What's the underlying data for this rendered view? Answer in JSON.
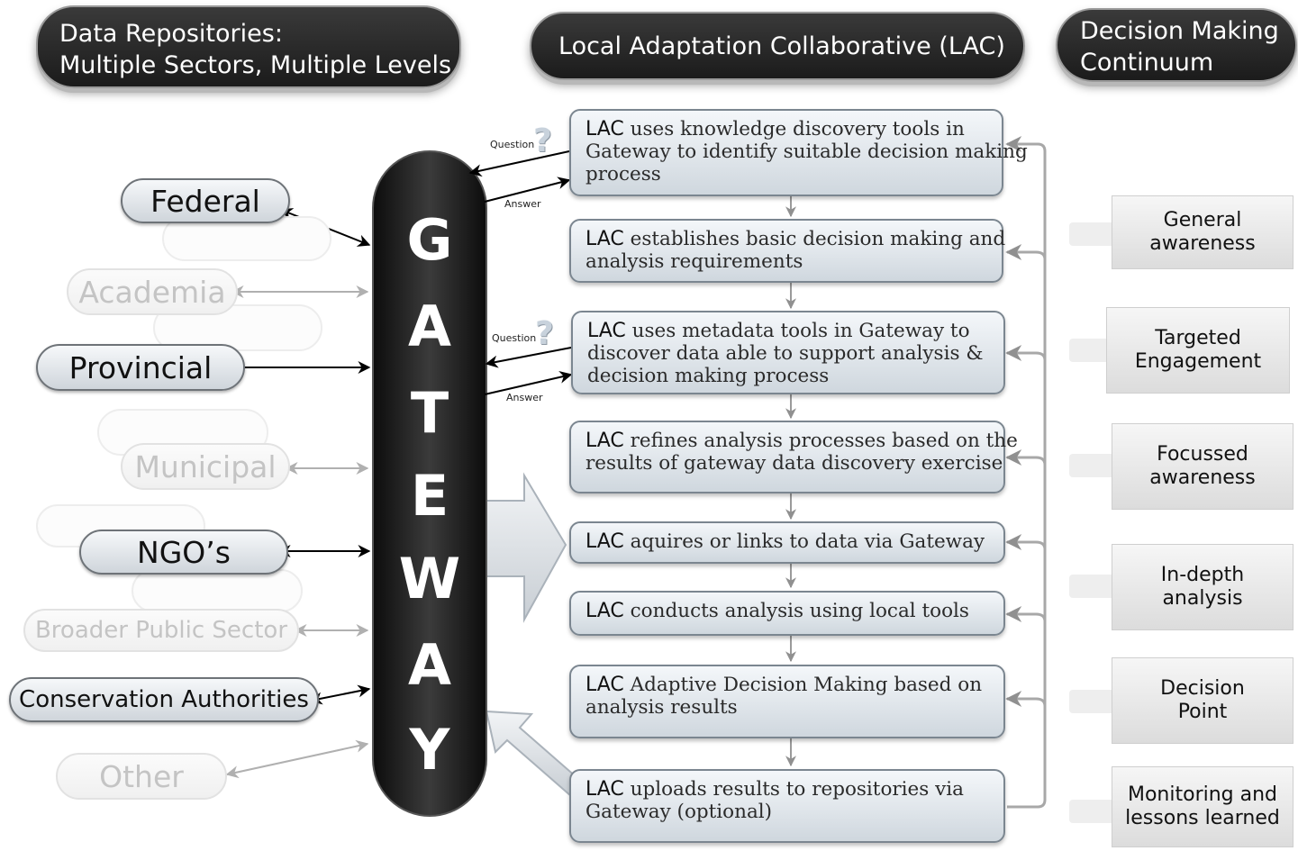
{
  "headers": {
    "data_repositories": [
      "Data Repositories:",
      "Multiple Sectors, Multiple Levels"
    ],
    "lac": "Local Adaptation Collaborative (LAC)",
    "decision_continuum": [
      "Decision Making",
      "Continuum"
    ]
  },
  "repositories": [
    {
      "label": "Federal",
      "status": "active"
    },
    {
      "label": "Academia",
      "status": "faded"
    },
    {
      "label": "Provincial",
      "status": "active"
    },
    {
      "label": "Municipal",
      "status": "faded"
    },
    {
      "label": "NGO’s",
      "status": "active"
    },
    {
      "label": "Broader Public Sector",
      "status": "faded"
    },
    {
      "label": "Conservation Authorities",
      "status": "active"
    },
    {
      "label": "Other",
      "status": "faded"
    }
  ],
  "gateway": [
    "G",
    "A",
    "T",
    "E",
    "W",
    "A",
    "Y"
  ],
  "qa": {
    "question": "Question",
    "answer": "Answer"
  },
  "steps": [
    {
      "lac": "LAC",
      "lines": [
        " uses knowledge discovery tools in",
        "Gateway to identify suitable decision making",
        "process"
      ]
    },
    {
      "lac": "LAC",
      "lines": [
        " establishes basic decision making and",
        "analysis requirements"
      ]
    },
    {
      "lac": "LAC",
      "lines": [
        " uses metadata tools in Gateway to",
        "discover data able to support analysis &",
        "decision making process"
      ]
    },
    {
      "lac": "LAC",
      "lines": [
        " refines analysis processes based on the",
        "results of gateway data discovery exercise"
      ]
    },
    {
      "lac": "LAC",
      "lines": [
        " aquires or links to data via Gateway"
      ]
    },
    {
      "lac": "LAC",
      "lines": [
        " conducts analysis using local tools"
      ]
    },
    {
      "lac": "LAC",
      "lines": [
        " Adaptive Decision Making based on",
        "analysis results"
      ]
    },
    {
      "lac": "LAC",
      "lines": [
        " uploads results to repositories via",
        "Gateway (optional)"
      ]
    }
  ],
  "continuum": [
    [
      "General",
      "awareness"
    ],
    [
      "Targeted",
      "Engagement"
    ],
    [
      "Focussed",
      "awareness"
    ],
    [
      "In-depth",
      "analysis"
    ],
    [
      "Decision",
      "Point"
    ],
    [
      "Monitoring and",
      "lessons learned"
    ]
  ],
  "colors": {
    "header_fill": "#2a2a2a",
    "gateway_fill": "#1f1f1f",
    "active_pill": "#dfe4e8",
    "faded_text": "#c4c4c4",
    "step_fill": "#e2e8ed",
    "feedback_line": "#a8a8a8"
  }
}
